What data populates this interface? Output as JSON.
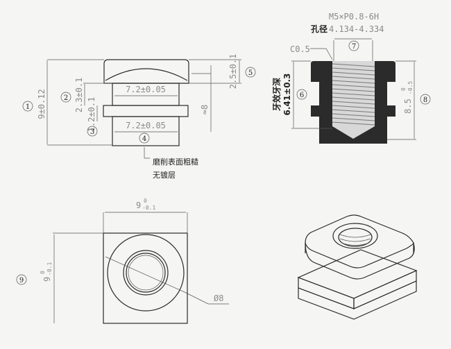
{
  "front_view": {
    "overall_height": "9±0.12",
    "upper_width": "7.2±0.05",
    "lower_width": "7.2±0.05",
    "neck_height": "2.3±0.1",
    "flange_height": "1.2±0.1",
    "cap_height": "2.5±0.1",
    "body_height": "≈8",
    "surface_note_line1": "磨削表面粗糙",
    "surface_note_line2": "无镀层",
    "callouts": [
      "1",
      "2",
      "3",
      "4",
      "5"
    ]
  },
  "section_view": {
    "thread_spec": "M5×P0.8-6H",
    "hole_label": "孔径",
    "hole_range": "4.134-4.334",
    "chamfer": "C0.5",
    "thread_depth_label": "牙效牙深",
    "thread_depth": "6.41±0.3",
    "height": "8.5",
    "height_tol_upper": "0",
    "height_tol_lower": "-0.5",
    "callouts": [
      "6",
      "7",
      "8"
    ]
  },
  "top_view": {
    "width": "9",
    "width_tol_upper": "0",
    "width_tol_lower": "-0.1",
    "height": "9",
    "height_tol_upper": "0",
    "height_tol_lower": "-0.1",
    "diameter": "Ø8",
    "callout": "9"
  }
}
